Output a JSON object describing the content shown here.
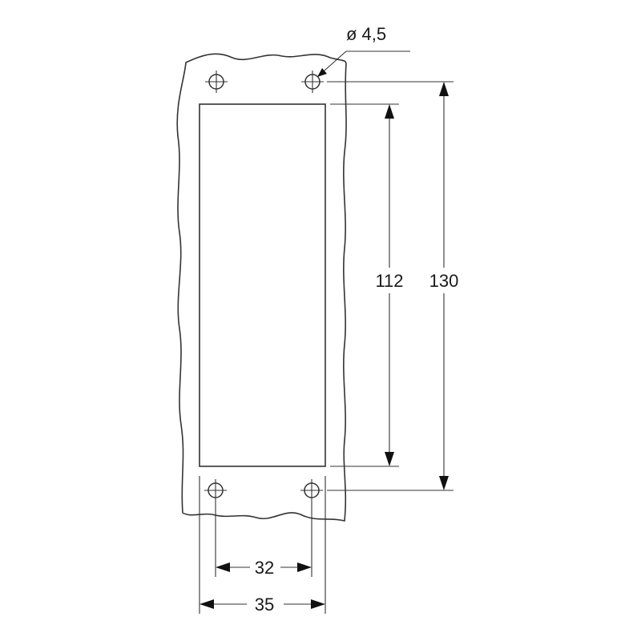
{
  "dimensions": {
    "hole_diameter": "ø 4,5",
    "inner_height": "112",
    "outer_height": "130",
    "hole_spacing_width": "32",
    "outer_width": "35"
  },
  "colors": {
    "line": "#333333",
    "background": "#ffffff"
  }
}
